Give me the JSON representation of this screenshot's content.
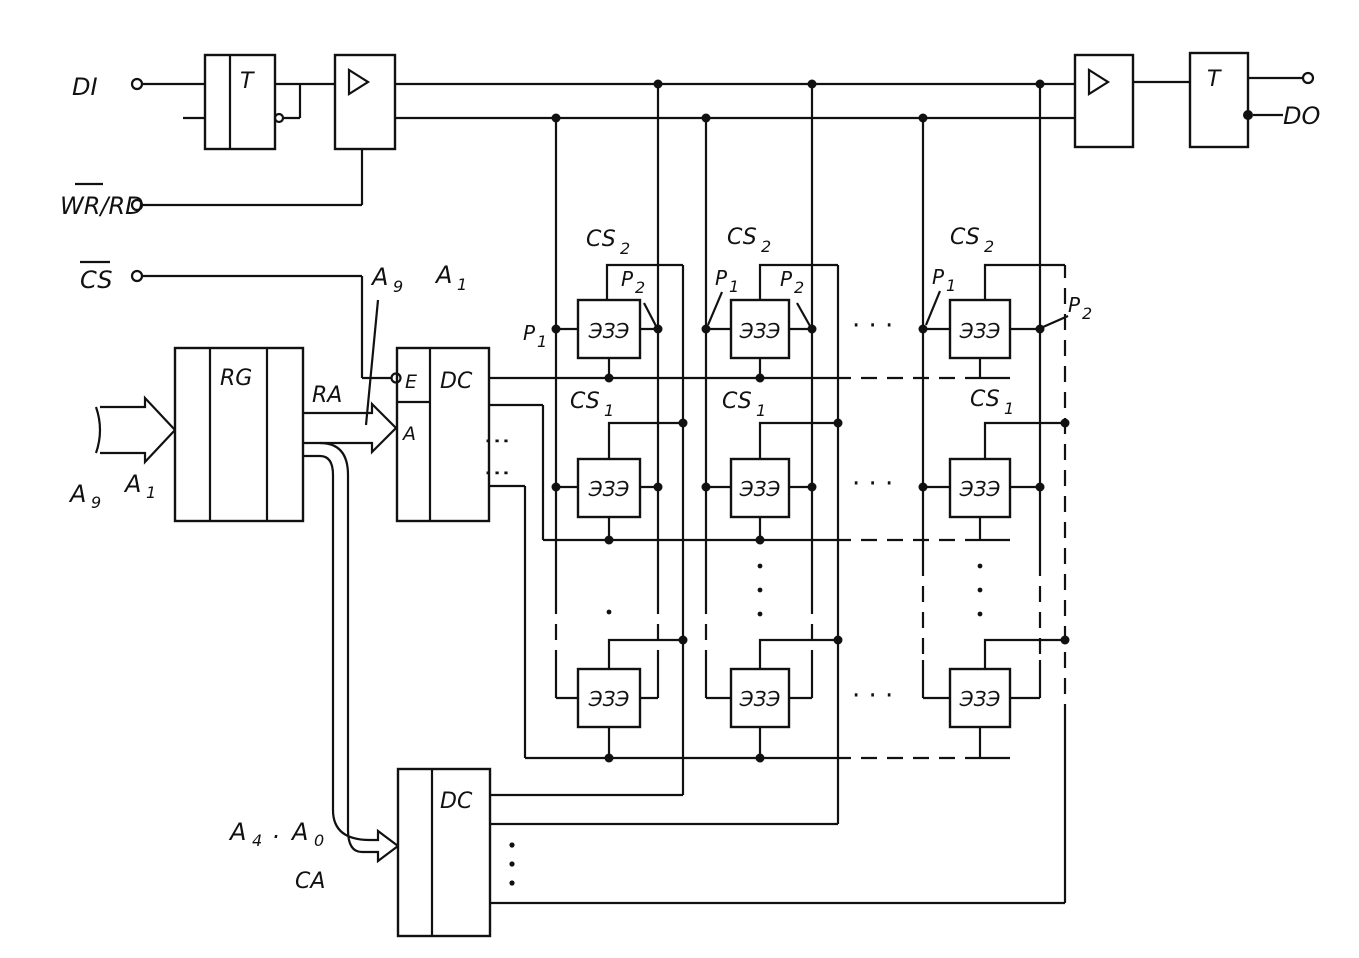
{
  "pins": {
    "di": "DI",
    "wr_rd": "WR/RD",
    "cs": "CS",
    "do": "DO"
  },
  "blocks": {
    "trigger_in": "T",
    "trigger_out": "T",
    "register": "RG",
    "row_decoder": "DC",
    "row_decoder_enable": "E",
    "row_decoder_address": "A",
    "col_decoder": "DC"
  },
  "bus_labels": {
    "input_high": "A",
    "input_high_sub": "9",
    "input_low": "A",
    "input_low_sub": "1",
    "ra": "RA",
    "row_hi": "A",
    "row_hi_sub": "9",
    "row_lo": "A",
    "row_lo_sub": "1",
    "col_hi": "A",
    "col_hi_sub": "4",
    "col_sep": ".",
    "col_lo": "A",
    "col_lo_sub": "0",
    "ca": "CA"
  },
  "cell_label": "ЭЗЭ",
  "select_labels": {
    "cs2": "CS",
    "cs2_sub": "2",
    "cs1": "CS",
    "cs1_sub": "1"
  },
  "port_labels": {
    "p1": "P",
    "p1_sub": "1",
    "p2": "P",
    "p2_sub": "2"
  },
  "ellipsis": "· · ·"
}
